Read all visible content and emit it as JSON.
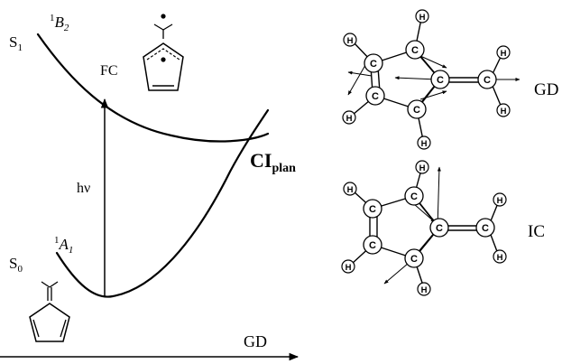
{
  "energy_diagram": {
    "s1_label": "S",
    "s1_sub": "1",
    "s1_state_sup": "1",
    "s1_state_main": "B",
    "s1_state_sub": "2",
    "fc_label": "FC",
    "hv_label": "hν",
    "ci_main": "CI",
    "ci_sub": "plan",
    "s0_label": "S",
    "s0_sub": "0",
    "s0_state_sup": "1",
    "s0_state_main": "A",
    "s0_state_sub": "1",
    "axis_label": "GD"
  },
  "molecules": {
    "gd_label": "GD",
    "ic_label": "IC",
    "carbon": "C",
    "hydrogen": "H"
  }
}
